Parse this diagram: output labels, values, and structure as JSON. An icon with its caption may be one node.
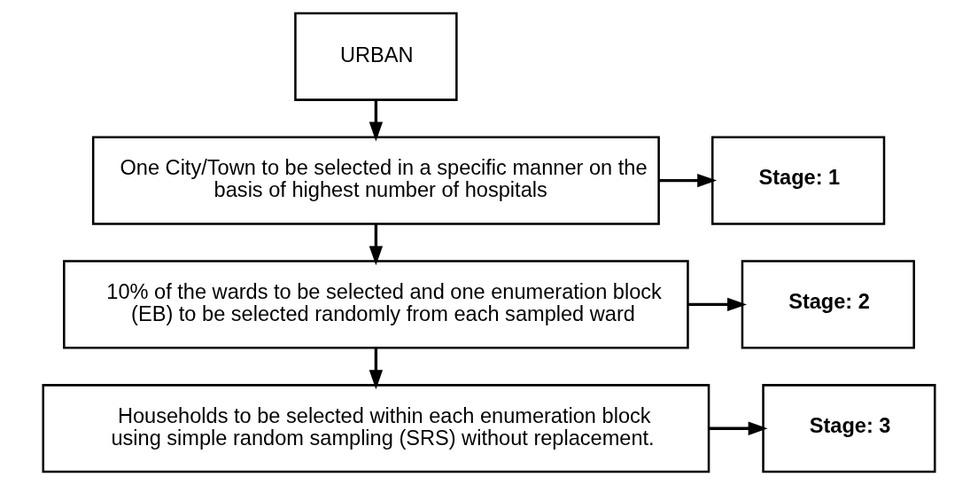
{
  "diagram": {
    "nodes": [
      {
        "text": [
          "URBAN"
        ]
      },
      {
        "text": [
          "One City/Town to be selected in a specific manner on the basis of highest number of hospitals"
        ]
      },
      {
        "text": [
          "Stage: 1"
        ]
      },
      {
        "text": [
          "10% of the wards to be selected and one enumeration block (EB) to be selected randomly from each sampled ward"
        ]
      },
      {
        "text": [
          "Stage: 2"
        ]
      },
      {
        "text": [
          "Households to be selected within each enumeration block using simple random sampling (SRS) without replacement."
        ]
      },
      {
        "text": [
          "Stage: 3"
        ]
      }
    ],
    "edges": [
      {
        "from": 0,
        "to": 1,
        "arrow": "to"
      },
      {
        "from": 1,
        "to": 2,
        "arrow": "to"
      },
      {
        "from": 1,
        "to": 3,
        "arrow": "to"
      },
      {
        "from": 3,
        "to": 4,
        "arrow": "to"
      },
      {
        "from": 3,
        "to": 5,
        "arrow": "to"
      },
      {
        "from": 5,
        "to": 6,
        "arrow": "to"
      }
    ]
  }
}
